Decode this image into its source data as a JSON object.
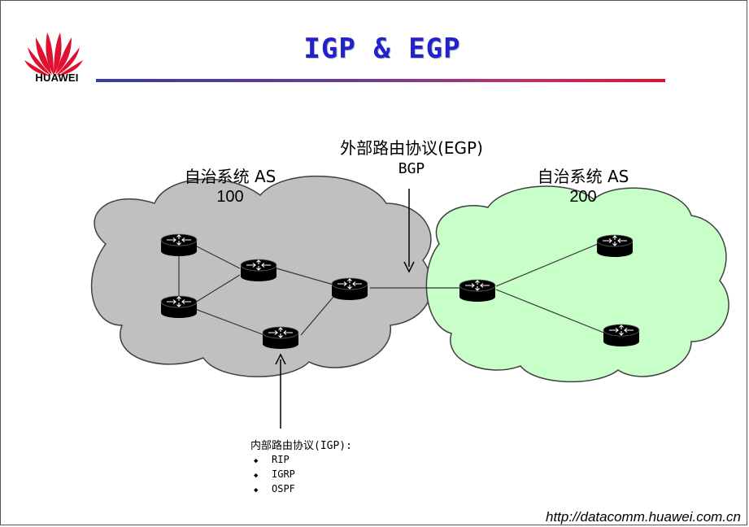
{
  "header": {
    "brand": "HUAWEI",
    "title": "IGP & EGP"
  },
  "diagram": {
    "as_left": {
      "name": "自治系统 AS",
      "number": "100",
      "cloud_color": "#c0c0c0"
    },
    "as_right": {
      "name": "自治系统 AS",
      "number": "200",
      "cloud_color": "#c8ffc8"
    },
    "egp_label": "外部路由协议(EGP)",
    "egp_protocol": "BGP",
    "igp_label": "内部路由协议(IGP):",
    "igp_protocols": [
      "RIP",
      "IGRP",
      "OSPF"
    ],
    "router_icon": "router-icon"
  },
  "colors": {
    "title": "#2222cc",
    "brand_red": "#e01030"
  },
  "footer": {
    "url": "http://datacomm.huawei.com.cn"
  }
}
